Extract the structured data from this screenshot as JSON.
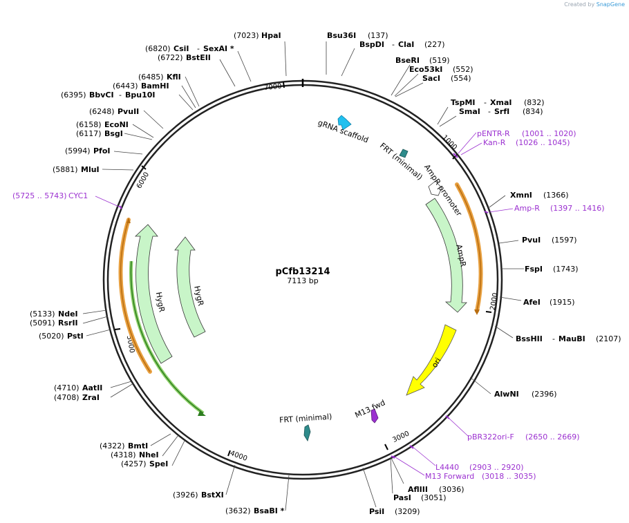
{
  "credit": {
    "prefix": "Created by",
    "brand": "SnapGene"
  },
  "plasmid": {
    "name": "pCfb13214",
    "size": "7113 bp"
  },
  "colors": {
    "backbone": "#222222",
    "feature_green": "#c8f5c8",
    "ori_yellow": "#ffff00",
    "teal": "#2e8b8b",
    "cyan": "#21c0ef",
    "primer_purple": "#9b30d0",
    "orf_orange": "#e8a040"
  },
  "ticks": [
    "1000",
    "2000",
    "3000",
    "4000",
    "5000",
    "6000",
    "7000"
  ],
  "sites_right": [
    {
      "name": "Bsu36I",
      "pos": "(137)"
    },
    {
      "name": "BspDI",
      "pos": "(227)",
      "name2": "ClaI"
    },
    {
      "name": "BseRI",
      "pos": "(519)"
    },
    {
      "name": "Eco53kI",
      "pos": "(552)"
    },
    {
      "name": "SacI",
      "pos": "(554)"
    },
    {
      "name": "TspMI",
      "pos": "(832)",
      "name2": "XmaI"
    },
    {
      "name": "SmaI",
      "pos": "(834)",
      "name2": "SrfI"
    },
    {
      "name": "XmnI",
      "pos": "(1366)"
    },
    {
      "name": "PvuI",
      "pos": "(1597)"
    },
    {
      "name": "FspI",
      "pos": "(1743)"
    },
    {
      "name": "AfeI",
      "pos": "(1915)"
    },
    {
      "name": "BssHII",
      "pos": "(2107)",
      "name2": "MauBI"
    },
    {
      "name": "AlwNI",
      "pos": "(2396)"
    },
    {
      "name": "AflIII",
      "pos": "(3036)"
    },
    {
      "name": "PasI",
      "pos": "(3051)"
    },
    {
      "name": "PsiI",
      "pos": "(3209)"
    }
  ],
  "sites_left": [
    {
      "name": "HpaI",
      "pos": "(7023)"
    },
    {
      "name": "CsiI",
      "pos": "(6820)",
      "name2": "SexAI *"
    },
    {
      "name": "BstEII",
      "pos": "(6722)"
    },
    {
      "name": "KflI",
      "pos": "(6485)"
    },
    {
      "name": "BamHI",
      "pos": "(6443)"
    },
    {
      "name": "BbvCI",
      "pos": "(6395)",
      "name2": "Bpu10I"
    },
    {
      "name": "PvuII",
      "pos": "(6248)"
    },
    {
      "name": "EcoNI",
      "pos": "(6158)"
    },
    {
      "name": "BsgI",
      "pos": "(6117)"
    },
    {
      "name": "PfoI",
      "pos": "(5994)"
    },
    {
      "name": "MluI",
      "pos": "(5881)"
    },
    {
      "name": "NdeI",
      "pos": "(5133)"
    },
    {
      "name": "RsrII",
      "pos": "(5091)"
    },
    {
      "name": "PstI",
      "pos": "(5020)"
    },
    {
      "name": "AatII",
      "pos": "(4710)"
    },
    {
      "name": "ZraI",
      "pos": "(4708)"
    },
    {
      "name": "BmtI",
      "pos": "(4322)"
    },
    {
      "name": "NheI",
      "pos": "(4318)"
    },
    {
      "name": "SpeI",
      "pos": "(4257)"
    },
    {
      "name": "BstXI",
      "pos": "(3926)"
    },
    {
      "name": "BsaBI *",
      "pos": "(3632)"
    }
  ],
  "primers": [
    {
      "name": "pENTR-R",
      "range": "(1001 .. 1020)"
    },
    {
      "name": "Kan-R",
      "range": "(1026 .. 1045)"
    },
    {
      "name": "Amp-R",
      "range": "(1397 .. 1416)"
    },
    {
      "name": "pBR322ori-F",
      "range": "(2650 .. 2669)"
    },
    {
      "name": "L4440",
      "range": "(2903 .. 2920)"
    },
    {
      "name": "M13 Forward",
      "range": "(3018 .. 3035)"
    },
    {
      "name": "CYC1",
      "range": "(5725 .. 5743)"
    }
  ],
  "features": [
    "gRNA scaffold",
    "FRT (minimal)",
    "AmpR promoter",
    "AmpR",
    "ori",
    "M13 fwd",
    "FRT (minimal)",
    "HygR",
    "HygR"
  ]
}
